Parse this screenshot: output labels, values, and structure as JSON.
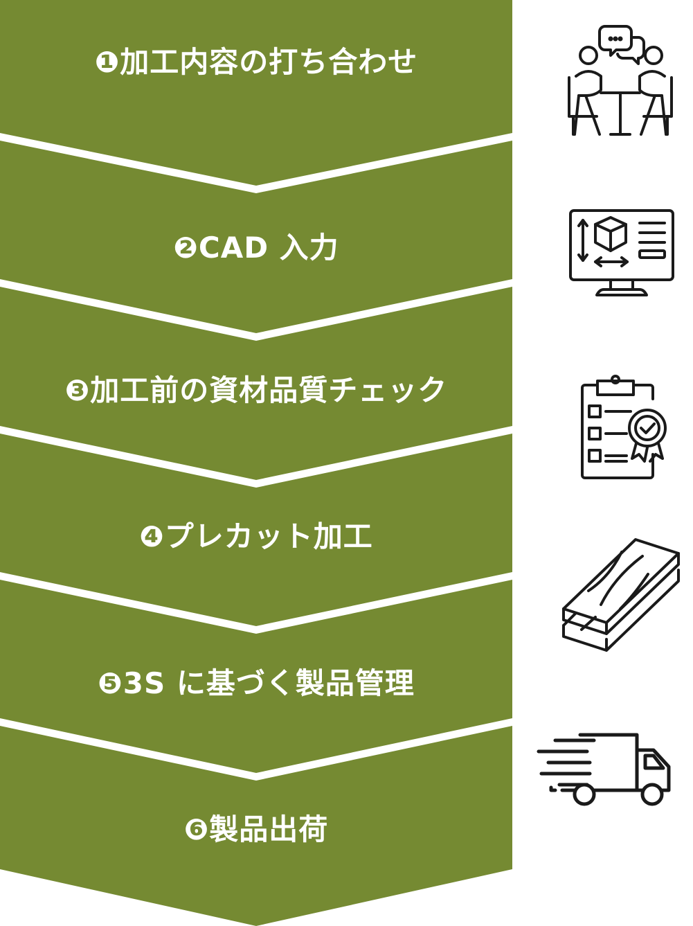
{
  "diagram": {
    "colors": {
      "band": "#758a32",
      "divider": "#ffffff",
      "text": "#ffffff",
      "icon": "#1a1a1a"
    },
    "steps": [
      {
        "label": "❶加工内容の打ち合わせ",
        "icon": "meeting-icon"
      },
      {
        "label": "❷CAD 入力",
        "icon": "cad-monitor-icon"
      },
      {
        "label": "❸加工前の資材品質チェック",
        "icon": "quality-checklist-icon"
      },
      {
        "label": "❹プレカット加工",
        "icon": "lumber-icon"
      },
      {
        "label": "❺3S に基づく製品管理",
        "icon": "delivery-truck-icon"
      },
      {
        "label": "❻製品出荷",
        "icon": ""
      }
    ]
  }
}
